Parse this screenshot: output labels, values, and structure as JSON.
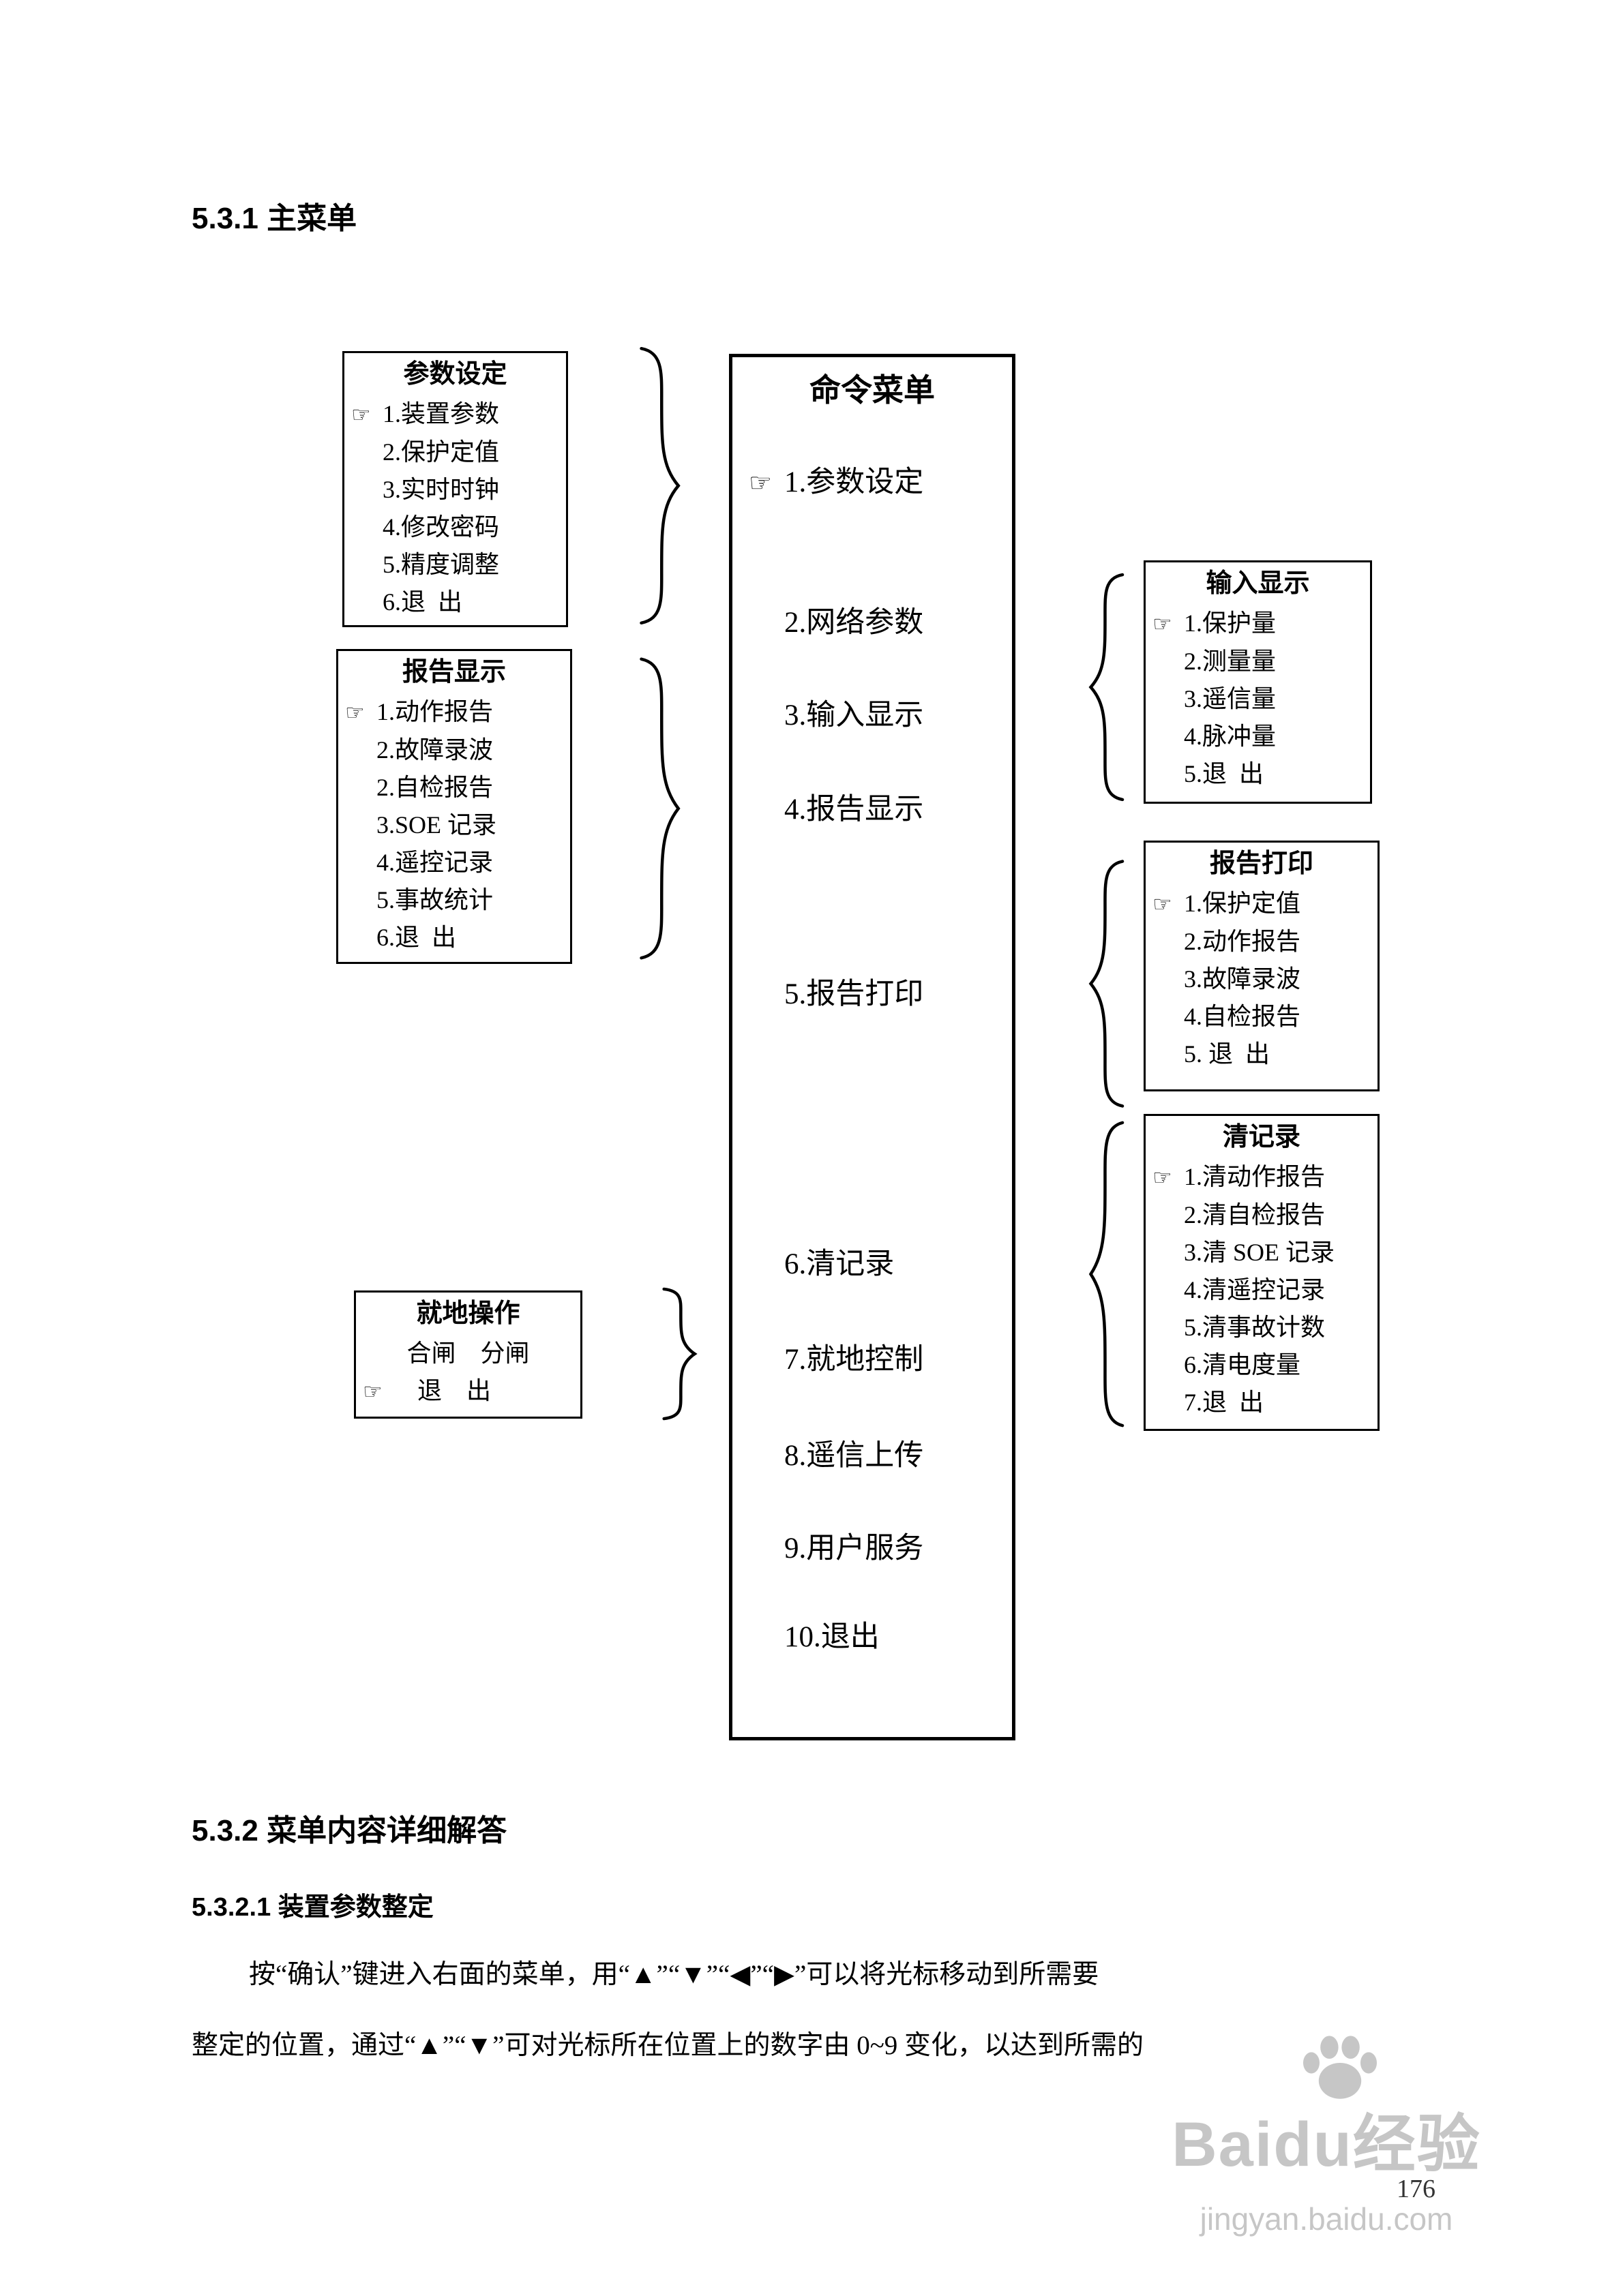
{
  "sections": {
    "s531": "5.3.1 主菜单",
    "s532": "5.3.2 菜单内容详细解答",
    "s5321": "5.3.2.1 装置参数整定"
  },
  "paragraph": {
    "line1": "按“确认”键进入右面的菜单，用“▲”“▼”“◀”“▶”可以将光标移动到所需要",
    "line2": "整定的位置，通过“▲”“▼”可对光标所在位置上的数字由 0~9 变化，以达到所需的"
  },
  "page_number": "176",
  "watermark": {
    "brand": "Baidu经验",
    "url": "jingyan.baidu.com",
    "color": "#c6c6c6"
  },
  "diagram": {
    "command_menu": {
      "title": "命令菜单",
      "items": [
        {
          "marker": "☞",
          "text": "1.参数设定"
        },
        {
          "marker": "",
          "text": "2.网络参数"
        },
        {
          "marker": "",
          "text": "3.输入显示"
        },
        {
          "marker": "",
          "text": "4.报告显示"
        },
        {
          "marker": "",
          "text": "5.报告打印"
        },
        {
          "marker": "",
          "text": "6.清记录"
        },
        {
          "marker": "",
          "text": "7.就地控制"
        },
        {
          "marker": "",
          "text": "8.遥信上传"
        },
        {
          "marker": "",
          "text": "9.用户服务"
        },
        {
          "marker": "",
          "text": "10.退出"
        }
      ]
    },
    "param_setting": {
      "title": "参数设定",
      "items": [
        {
          "marker": "☞",
          "text": "1.装置参数"
        },
        {
          "marker": "",
          "text": "2.保护定值"
        },
        {
          "marker": "",
          "text": "3.实时时钟"
        },
        {
          "marker": "",
          "text": "4.修改密码"
        },
        {
          "marker": "",
          "text": "5.精度调整"
        },
        {
          "marker": "",
          "text": "6.退  出"
        }
      ]
    },
    "report_display": {
      "title": "报告显示",
      "items": [
        {
          "marker": "☞",
          "text": "1.动作报告"
        },
        {
          "marker": "",
          "text": "2.故障录波"
        },
        {
          "marker": "",
          "text": "2.自检报告"
        },
        {
          "marker": "",
          "text": "3.SOE 记录"
        },
        {
          "marker": "",
          "text": "4.遥控记录"
        },
        {
          "marker": "",
          "text": "5.事故统计"
        },
        {
          "marker": "",
          "text": "6.退  出"
        }
      ]
    },
    "local_op": {
      "title": "就地操作",
      "items": [
        {
          "marker": "",
          "text": "合闸    分闸"
        },
        {
          "marker": "☞",
          "text": "退    出"
        }
      ]
    },
    "input_display": {
      "title": "输入显示",
      "items": [
        {
          "marker": "☞",
          "text": "1.保护量"
        },
        {
          "marker": "",
          "text": "2.测量量"
        },
        {
          "marker": "",
          "text": "3.遥信量"
        },
        {
          "marker": "",
          "text": "4.脉冲量"
        },
        {
          "marker": "",
          "text": "5.退  出"
        }
      ]
    },
    "report_print": {
      "title": "报告打印",
      "items": [
        {
          "marker": "☞",
          "text": "1.保护定值"
        },
        {
          "marker": "",
          "text": "2.动作报告"
        },
        {
          "marker": "",
          "text": "3.故障录波"
        },
        {
          "marker": "",
          "text": "4.自检报告"
        },
        {
          "marker": "",
          "text": "5. 退  出"
        }
      ]
    },
    "clear_records": {
      "title": "清记录",
      "items": [
        {
          "marker": "☞",
          "text": "1.清动作报告"
        },
        {
          "marker": "",
          "text": "2.清自检报告"
        },
        {
          "marker": "",
          "text": "3.清 SOE 记录"
        },
        {
          "marker": "",
          "text": "4.清遥控记录"
        },
        {
          "marker": "",
          "text": "5.清事故计数"
        },
        {
          "marker": "",
          "text": "6.清电度量"
        },
        {
          "marker": "",
          "text": "7.退  出"
        }
      ]
    }
  }
}
